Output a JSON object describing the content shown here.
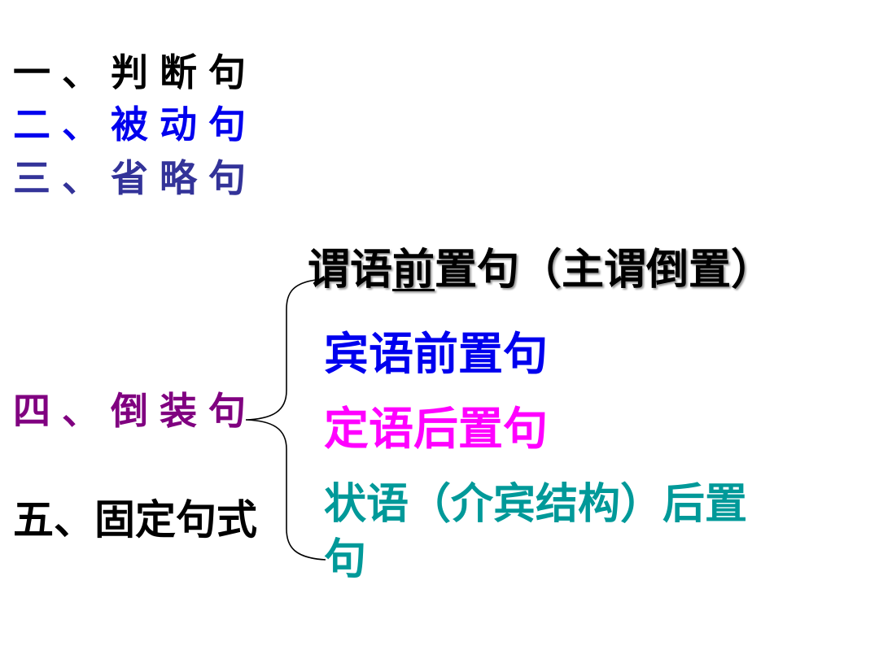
{
  "slide": {
    "left_items": [
      {
        "label": "一、判断句",
        "color": "#000000"
      },
      {
        "label": "二、被动句",
        "color": "#0000ee"
      },
      {
        "label": "三、省略句",
        "color": "#333399"
      },
      {
        "label": "四、倒装句",
        "color": "#800080"
      },
      {
        "label": "五、固定句式",
        "color": "#000000"
      }
    ],
    "inversion_types": [
      {
        "prefix": "谓语",
        "underlined": "前",
        "rest": "置句（主谓倒置）",
        "color": "#000000"
      },
      {
        "label": "宾语前置句",
        "color": "#0000ee"
      },
      {
        "label": "定语后置句",
        "color": "#ff00ff"
      },
      {
        "line1": "状语（介宾结构）后置",
        "line2": "句",
        "color": "#009999"
      }
    ]
  }
}
